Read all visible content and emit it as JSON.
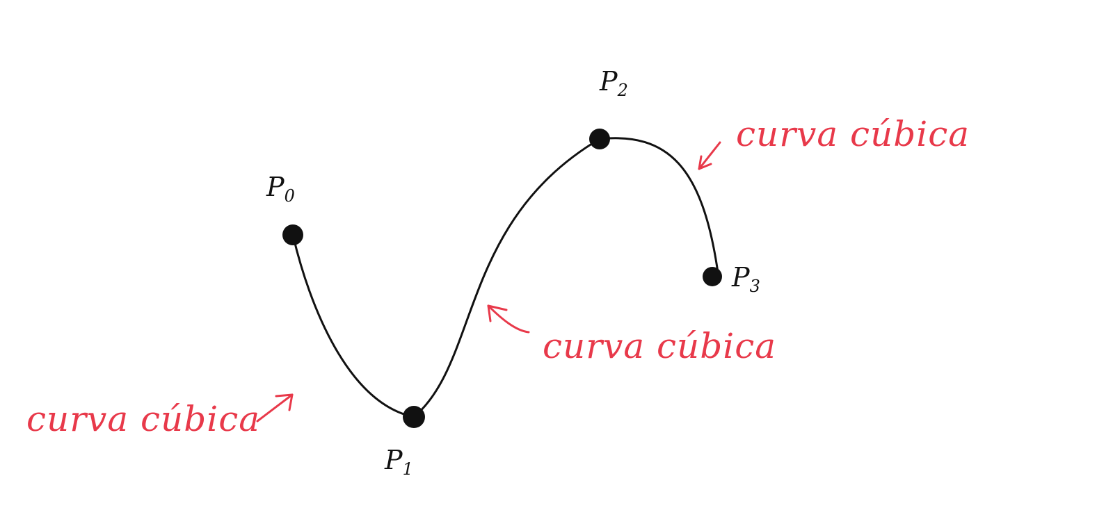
{
  "colors": {
    "ink": "#111111",
    "annotation": "#e8394a",
    "background": "#ffffff"
  },
  "points": [
    {
      "letter": "P",
      "index": "0"
    },
    {
      "letter": "P",
      "index": "1"
    },
    {
      "letter": "P",
      "index": "2"
    },
    {
      "letter": "P",
      "index": "3"
    }
  ],
  "annotations": [
    {
      "text": "curva cúbica"
    },
    {
      "text": "curva cúbica"
    },
    {
      "text": "curva cúbica"
    }
  ]
}
